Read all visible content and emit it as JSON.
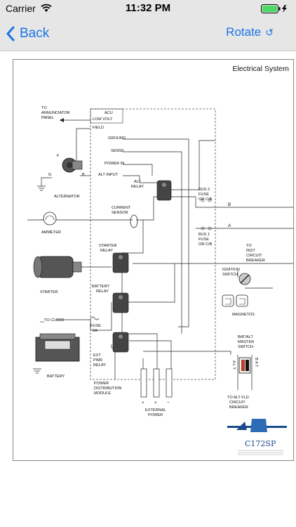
{
  "status_bar": {
    "carrier": "Carrier",
    "time": "11:32 PM"
  },
  "nav": {
    "back_label": "Back",
    "rotate_label": "Rotate",
    "rotate_icon": "↺"
  },
  "document": {
    "title": "Electrical System",
    "labels": {
      "to_annunciator": "TO",
      "to_annunciator_2": "ANNUNCIATOR",
      "to_annunciator_3": "PANEL",
      "acu": "ACU",
      "low_volt": "LOW VOLT",
      "field": "FIELD",
      "ground": "GROUND",
      "sense": "SENSE",
      "power_in": "POWER IN",
      "alt_input": "ALT INPUT",
      "alt_relay_1": "ALT",
      "alt_relay_2": "RELAY",
      "alternator": "ALTERNATOR",
      "f": "F",
      "g": "G",
      "b_term": "B",
      "bus2_1": "BUS 2",
      "bus2_2": "FUSE",
      "bus2_3": "OR C/B",
      "bus1_1": "BUS 1",
      "bus1_2": "FUSE",
      "bus1_3": "OR C/B",
      "b_out": "B",
      "a_out": "A",
      "current_1": "CURRENT",
      "current_2": "SENSOR",
      "ammeter": "AMMETER",
      "starter_relay_1": "STARTER",
      "starter_relay_2": "RELAY",
      "starter": "STARTER",
      "to_inst_1": "TO",
      "to_inst_2": "INST",
      "to_inst_3": "CIRCUIT",
      "to_inst_4": "BREAKER",
      "ignition_1": "IGNITION",
      "ignition_2": "SWITCH",
      "magnetos": "MAGNETOS",
      "battery_relay_1": "BATTERY",
      "battery_relay_2": "RELAY",
      "to_clock": "TO CLOCK",
      "fuse_1": "FUSE",
      "fuse_2": "5A",
      "battery": "BATTERY",
      "ext_1": "EXT",
      "ext_2": "PWR",
      "ext_3": "RELAY",
      "batalt_1": "BAT/ALT",
      "batalt_2": "MASTER",
      "batalt_3": "SWITCH",
      "alt_v": "A L T",
      "bat_v": "B A T",
      "pdm_1": "POWER",
      "pdm_2": "DISTRIBUTION",
      "pdm_3": "MODULE",
      "plus1": "+",
      "plus2": "+",
      "minus": "−",
      "ext_power_1": "EXTERNAL",
      "ext_power_2": "POWER",
      "to_alt_1": "TO ALT FLD",
      "to_alt_2": "CIRCUIT",
      "to_alt_3": "BREAKER",
      "logo": "C172SP"
    }
  },
  "colors": {
    "accent": "#1a73e8",
    "bar_bg": "#e6e6e6",
    "battery_fill": "#4cd964",
    "logo_blue": "#1a4b8c"
  }
}
